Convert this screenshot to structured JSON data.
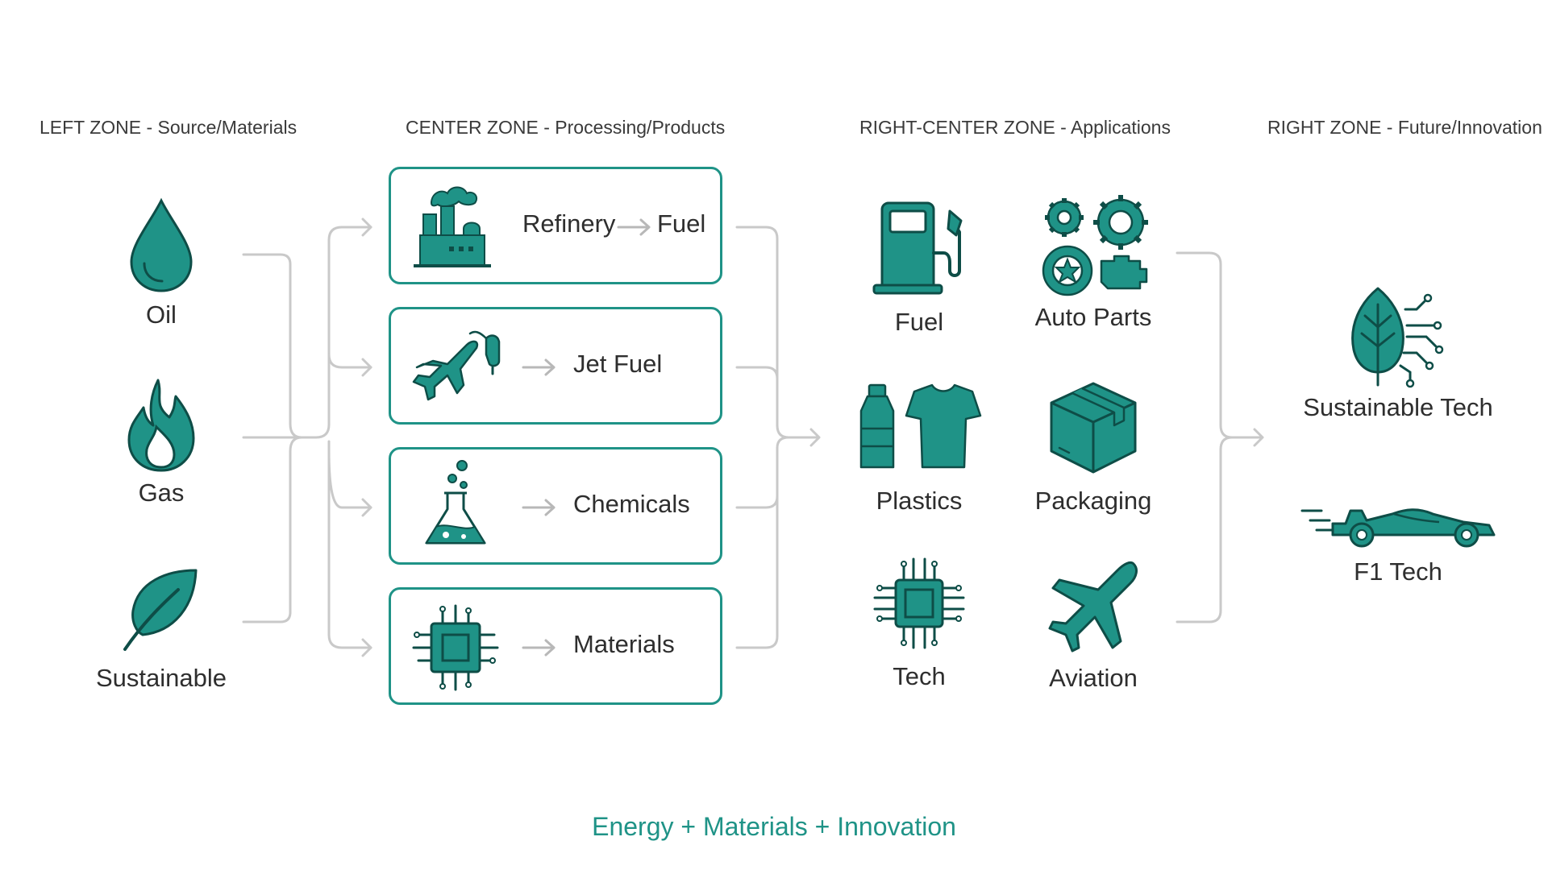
{
  "colors": {
    "accent": "#1f9387",
    "connector": "#c9c9c9",
    "text": "#2e2e2e"
  },
  "zones": {
    "left": "LEFT ZONE - Source/Materials",
    "center": "CENTER ZONE - Processing/Products",
    "right_center": "RIGHT-CENTER ZONE - Applications",
    "right": "RIGHT ZONE - Future/Innovation"
  },
  "sources": [
    {
      "label": "Oil",
      "icon": "oil-drop-icon"
    },
    {
      "label": "Gas",
      "icon": "flame-icon"
    },
    {
      "label": "Sustainable",
      "icon": "leaf-icon"
    }
  ],
  "processes": [
    {
      "from": "Refinery",
      "to": "Fuel",
      "icon": "refinery-factory-icon"
    },
    {
      "to": "Jet Fuel",
      "icon": "airplane-fuel-nozzle-icon"
    },
    {
      "to": "Chemicals",
      "icon": "flask-icon"
    },
    {
      "to": "Materials",
      "icon": "microchip-icon"
    }
  ],
  "applications": [
    {
      "label": "Fuel",
      "icon": "fuel-pump-icon"
    },
    {
      "label": "Auto Parts",
      "icon": "gears-tire-engine-icon"
    },
    {
      "label": "Plastics",
      "icon": "bottle-shirt-icon"
    },
    {
      "label": "Packaging",
      "icon": "box-icon"
    },
    {
      "label": "Tech",
      "icon": "chip-icon"
    },
    {
      "label": "Aviation",
      "icon": "airplane-icon"
    }
  ],
  "future": [
    {
      "label": "Sustainable Tech",
      "icon": "circuit-leaf-icon"
    },
    {
      "label": "F1 Tech",
      "icon": "race-car-icon"
    }
  ],
  "footer": "Energy + Materials + Innovation"
}
